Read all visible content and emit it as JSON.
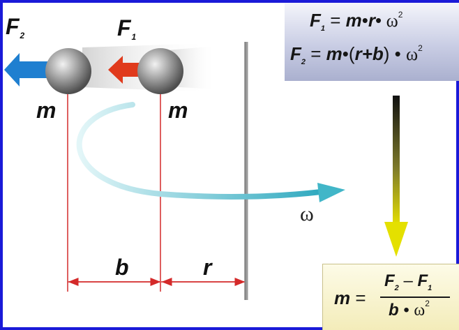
{
  "diagram": {
    "labels": {
      "F2": {
        "letter": "F",
        "sub": "2"
      },
      "F1": {
        "letter": "F",
        "sub": "1"
      },
      "mass_left": "m",
      "mass_right": "m",
      "dist_b": "b",
      "dist_r": "r",
      "omega": "ω"
    },
    "formula_box": {
      "line1": {
        "F": "F",
        "sub": "1",
        "eq": " = ",
        "m": "m",
        "dot1": "•",
        "r": "r",
        "dot2": "•",
        "omega": " ω",
        "sup": "2"
      },
      "line2": {
        "F": "F",
        "sub": "2",
        "eq": " = ",
        "m": "m",
        "dot1": "•",
        "open": "(",
        "r": "r",
        "plus": "+",
        "b": "b",
        "close": ")",
        "dot2": " • ",
        "omega": "ω",
        "sup": "2"
      }
    },
    "result_box": {
      "m": "m",
      "eq": "=",
      "num_F2": "F",
      "num_sub2": "2",
      "minus": "–",
      "num_F1": "F",
      "num_sub1": "1",
      "den_b": "b",
      "den_dot": "•",
      "den_omega": "ω",
      "den_sup": "2"
    },
    "colors": {
      "frame": "#1a1ad8",
      "arrow_F2": "#1f7fd0",
      "arrow_F1": "#e03a1c",
      "dimension_lines": "#d42a2a",
      "rotation_arrow": "#41b6c8",
      "axis_line": "#888888"
    }
  }
}
